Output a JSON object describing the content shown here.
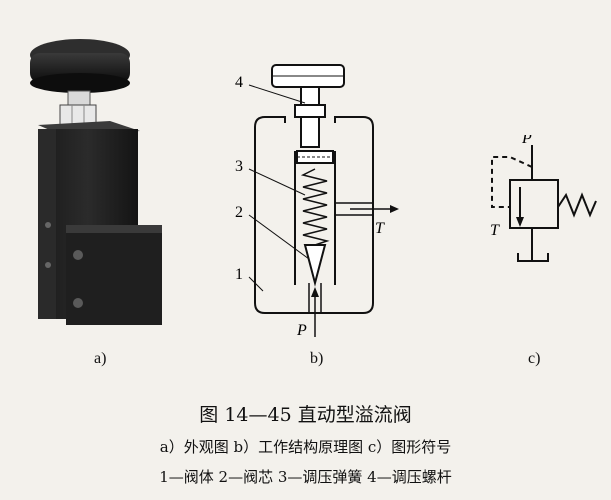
{
  "figure": {
    "title": "图 14—45   直动型溢流阀",
    "subtitle": "a）外观图   b）工作结构原理图   c）图形符号",
    "parts_legend": "1—阀体   2—阀芯   3—调压弹簧   4—调压螺杆"
  },
  "panels": {
    "a": {
      "label": "a)"
    },
    "b": {
      "label": "b)",
      "callouts": [
        "4",
        "3",
        "2",
        "1"
      ],
      "port_outlet": "T",
      "port_inlet": "P"
    },
    "c": {
      "label": "c)",
      "port_pressure": "P",
      "port_tank": "T"
    }
  }
}
